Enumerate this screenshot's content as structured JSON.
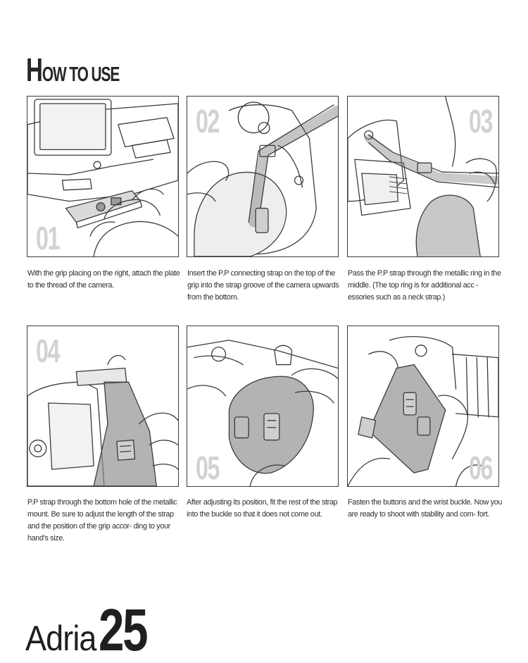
{
  "heading": {
    "cap": "H",
    "rest": "OW TO USE"
  },
  "steps": [
    {
      "num": "01",
      "caption": "With the grip placing on the right, attach the plate to the thread of the camera."
    },
    {
      "num": "02",
      "caption": "Insert the P.P connecting strap on the top of the grip into the strap groove of the camera upwards from the bottom."
    },
    {
      "num": "03",
      "caption": "Pass the P.P strap through the metallic ring in the middle. (The top ring is for additional acc - essories such as a neck strap.)"
    },
    {
      "num": "04",
      "caption": "P.P strap through the bottom hole of the metallic mount. Be sure to adjust the length of the strap and the position of the grip accor- ding to your hand’s size."
    },
    {
      "num": "05",
      "caption": "After adjusting its position, fit the rest of the strap into the buckle so that it does not come out."
    },
    {
      "num": "06",
      "caption": "Fasten the buttons and the wrist buckle. Now you are ready to shoot with stability and com- fort."
    }
  ],
  "footer": {
    "brand": "Adria",
    "model": "25"
  },
  "colors": {
    "line": "#3a3a3a",
    "strap": "#8a8a8a",
    "number": "#d2d2d2"
  }
}
